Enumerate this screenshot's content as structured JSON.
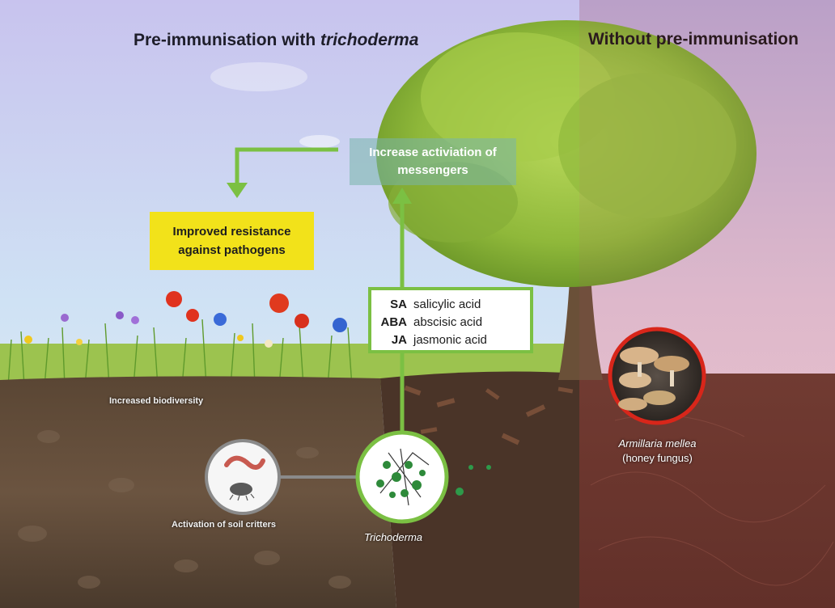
{
  "titles": {
    "left_prefix": "Pre-immunisation with ",
    "left_italic": "trichoderma",
    "right": "Without pre-immunisation"
  },
  "boxes": {
    "messengers": "Increase activiation of messengers",
    "resistance": "Improved resistance against pathogens"
  },
  "acids": [
    {
      "abbr": "SA",
      "name": "salicylic acid"
    },
    {
      "abbr": "ABA",
      "name": "abscisic acid"
    },
    {
      "abbr": "JA",
      "name": "jasmonic acid"
    }
  ],
  "labels": {
    "biodiversity": "Increased biodiversity",
    "soil_critters": "Activation of  soil critters",
    "trichoderma": "Trichoderma",
    "fungus_scientific": "Armillaria mellea",
    "fungus_common": "(honey fungus)"
  },
  "colors": {
    "arrow_green": "#7bc043",
    "resistance_yellow": "#f2e21a",
    "fungus_ring_red": "#d8261a"
  }
}
